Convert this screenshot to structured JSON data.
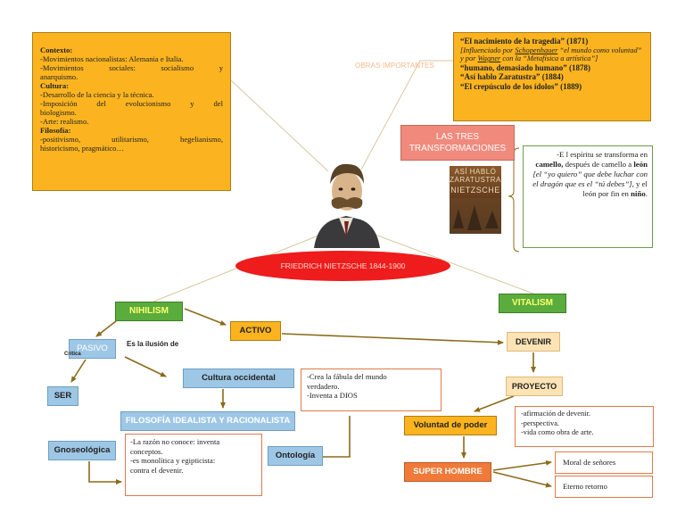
{
  "context": {
    "lines": [
      {
        "text": "Contexto:",
        "bold": true
      },
      {
        "text": "-Movimientos nacionalistas: Alemania e Italia.",
        "bold": false
      },
      {
        "text": "-Movimientos sociales: socialismo y",
        "bold": false,
        "justify": true
      },
      {
        "text": "anarquismo.",
        "bold": false
      },
      {
        "text": "Cultura:",
        "bold": true
      },
      {
        "text": "-Desarrollo de la ciencia y la técnica.",
        "bold": false
      },
      {
        "text": "-Imposición del evolucionismo y del",
        "bold": false,
        "justify": true
      },
      {
        "text": "biologismo.",
        "bold": false
      },
      {
        "text": "-Arte: realismo.",
        "bold": false
      },
      {
        "text": "Filosofía:",
        "bold": true
      },
      {
        "text": "-positivismo, utilitarismo, hegelianismo,",
        "bold": false,
        "justify": true
      },
      {
        "text": "historicismo, pragmático…",
        "bold": false
      }
    ]
  },
  "obras_label": "OBRAS IMPORTANTES",
  "works": {
    "w1": "“El nacimiento de la tragedia” (1871)",
    "w1_note_a": "[Influenciado por ",
    "w1_note_b": "Schopenhauer",
    "w1_note_c": " “el mundo como voluntad” y por ",
    "w1_note_d": "Wagner",
    "w1_note_e": " con la “Metafísica a artística”]",
    "w2": "“humano, demasiado humano” (1878)",
    "w3": "“Así hablo Zaratustra” (1884)",
    "w4": "“El crepúsculo de los ídolos” (1889)"
  },
  "tres_transformaciones": {
    "line1": "LAS TRES",
    "line2": "TRANSFORMACIONES"
  },
  "book": {
    "line1": "ASÍ HABLÓ",
    "line2": "ZARATUSTRA",
    "line3": "NIETZSCHE"
  },
  "transform": {
    "p1": "-E l espíritu se transforma en ",
    "camello": "camello,",
    "p2": " después de camello a ",
    "leon": "león",
    "p3": " [el “yo quiero” que debe luchar con el dragón que es el “tú debes”],",
    "p4": " y el león por fin en ",
    "nino": "niño",
    "p5": "."
  },
  "title": "FRIEDRICH NIETZSCHE 1844-1900",
  "nihilism": "NIHILISM",
  "vitalism": "VITALISM",
  "activo": "ACTIVO",
  "pasivo": "PASIVO",
  "ilusion": "Es la ilusión de",
  "critica": "Crítica",
  "ser": "SER",
  "cultura": "Cultura occidental",
  "filosofia": "FILOSOFÍA IDEALISTA Y RACIONALISTA",
  "gnoseologica": "Gnoseológica",
  "ontologia": "Ontología",
  "fabula": [
    "-Crea la fábula del mundo",
    "verdadero.",
    "-Inventa a DIOS"
  ],
  "razon": [
    "-La razón no conoce: inventa",
    "conceptos.",
    "-es monolítica y egipticista:",
    "contra el devenir."
  ],
  "devenir": "DEVENIR",
  "proyecto": "PROYECTO",
  "voluntad": "Voluntad de poder",
  "afirmacion": [
    "-afirmación de devenir.",
    "-perspectiva.",
    "-vida como obra de arte."
  ],
  "super_hombre": "SUPER HOMBRE",
  "moral": "Moral de señores",
  "eterno": "Eterno retorno",
  "colors": {
    "orange_box": "#fbb41f",
    "green_node": "#5aac3c",
    "blue_node": "#9ec7e6",
    "light_orange": "#fde3b5",
    "red_ellipse": "#ee1c1c",
    "salmon": "#f08a7c",
    "arrow": "#8b6b1a"
  }
}
